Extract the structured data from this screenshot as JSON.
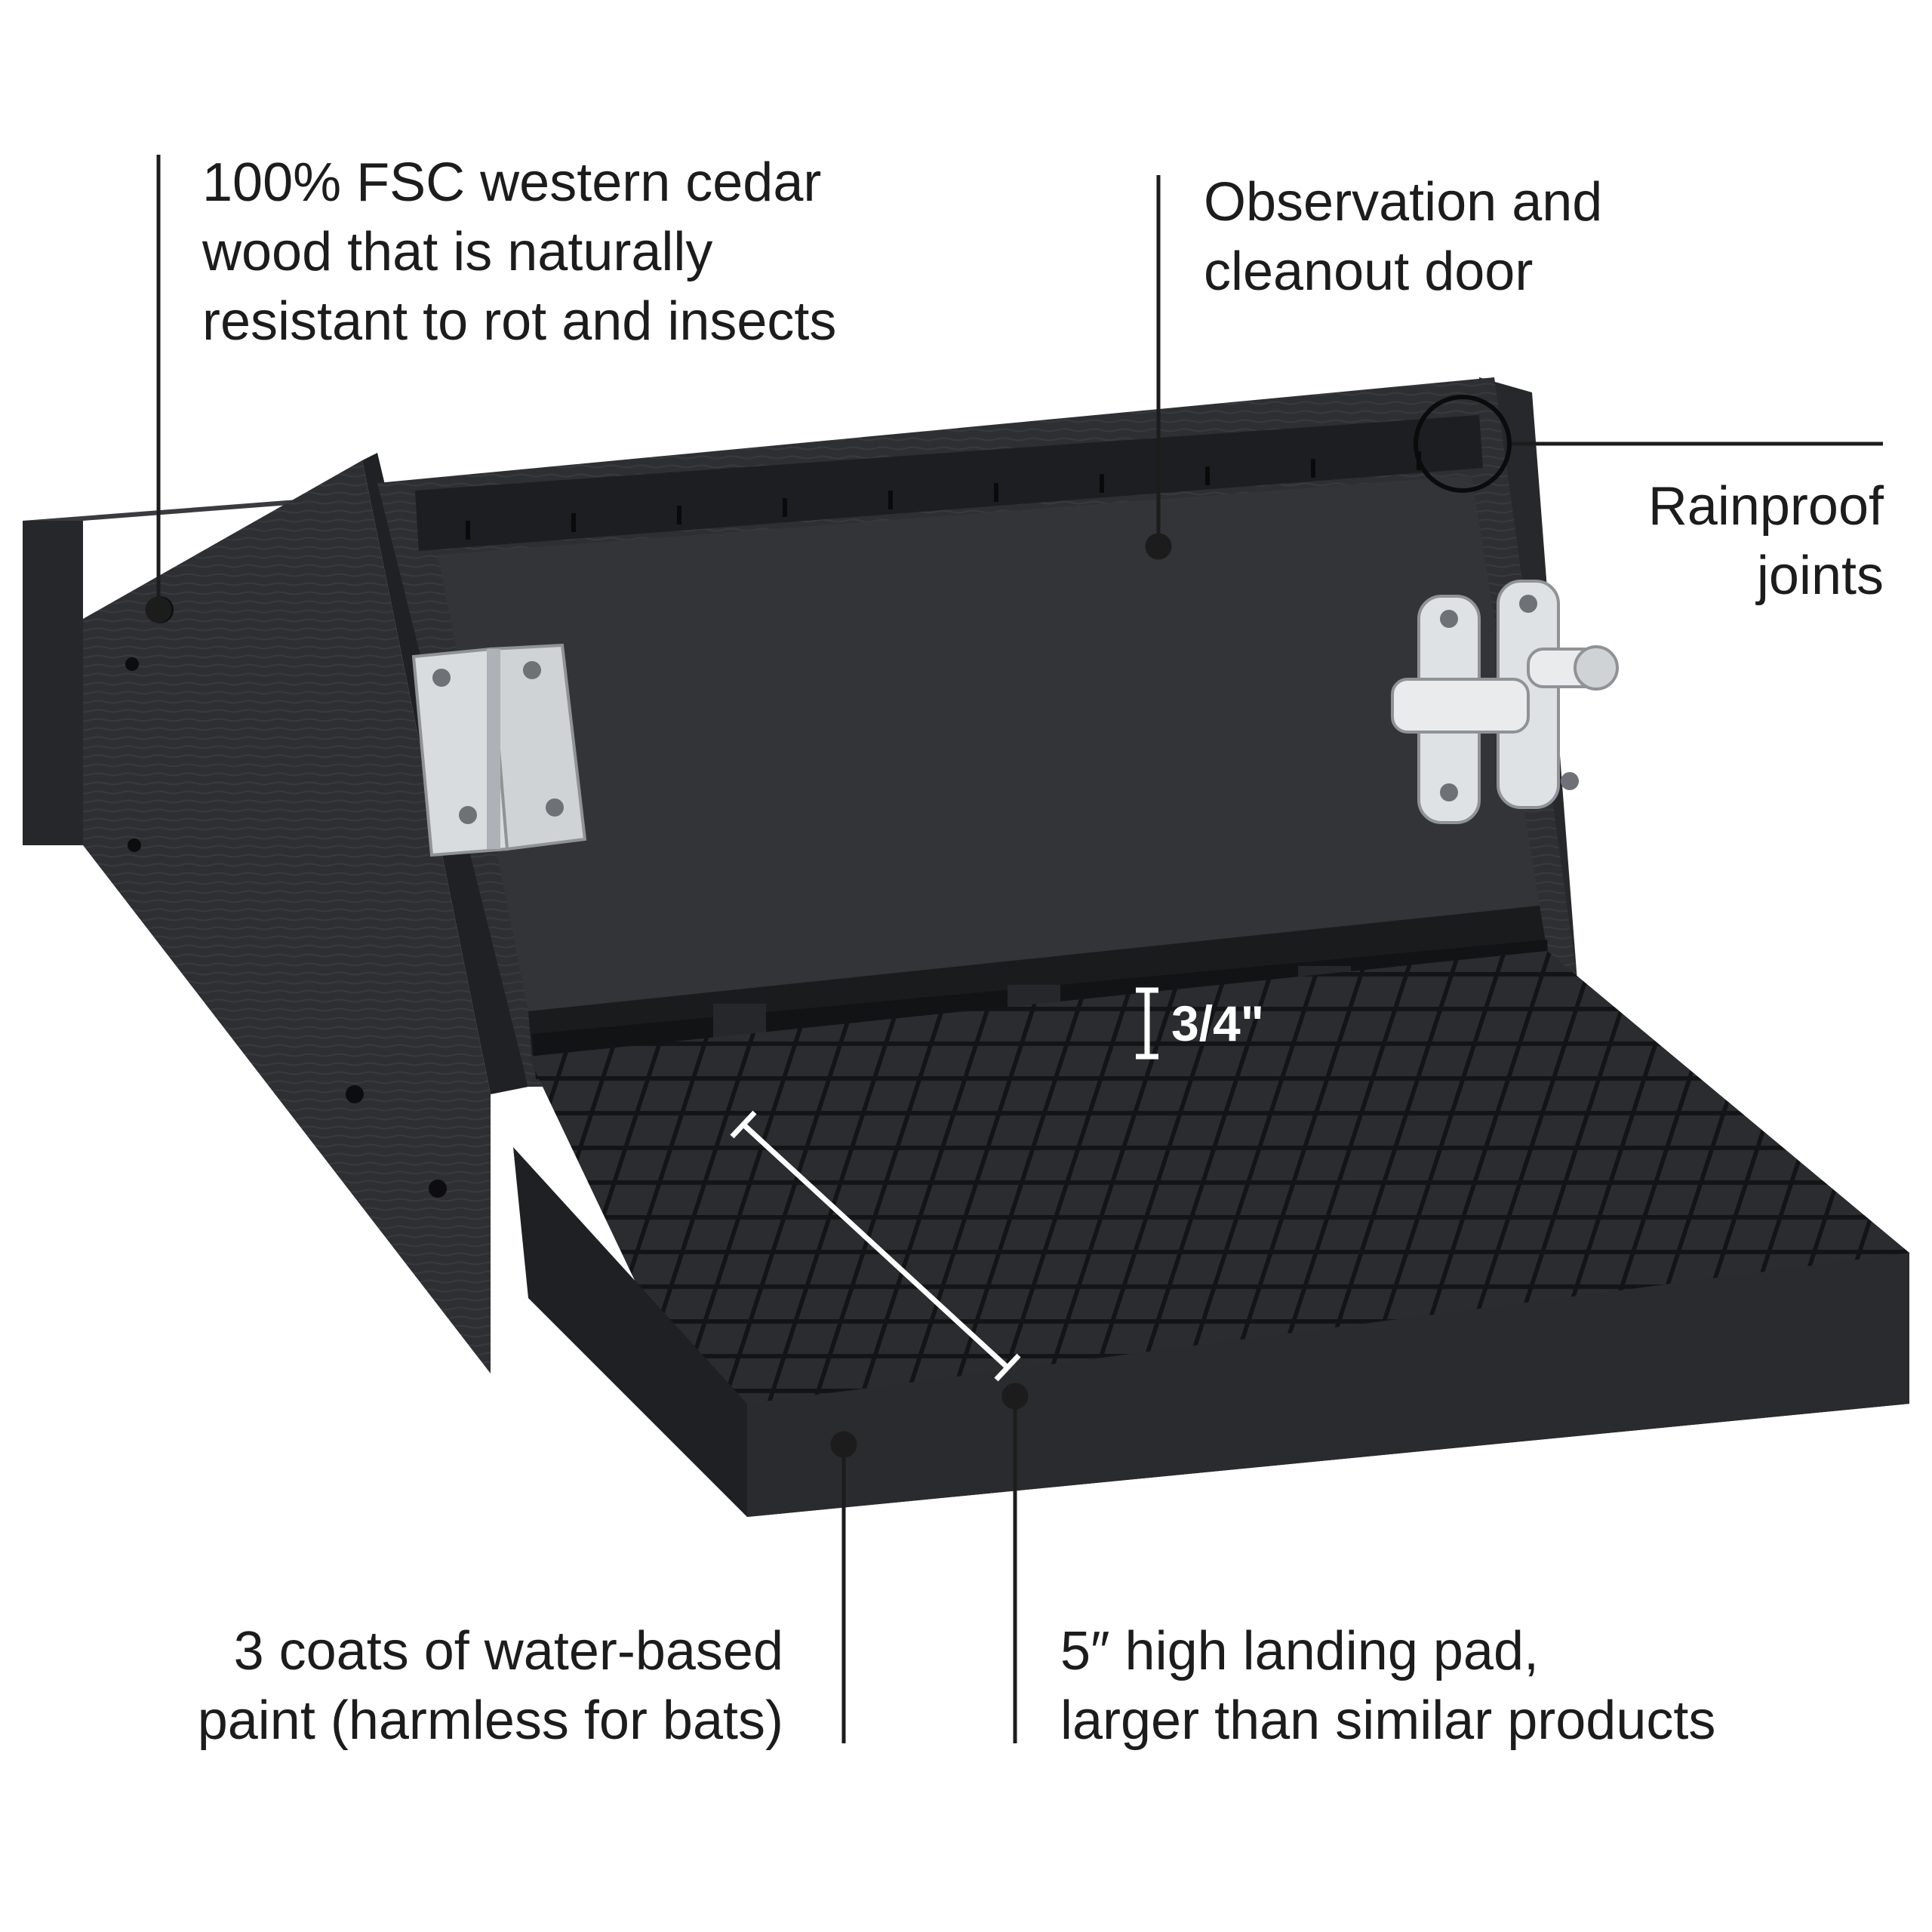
{
  "callouts": {
    "cedar": {
      "lines": [
        "100% FSC western cedar",
        "wood that is naturally",
        "resistant to rot and insects"
      ]
    },
    "door": {
      "lines": [
        "Observation and",
        "cleanout door"
      ]
    },
    "joints": {
      "lines": [
        "Rainproof",
        "joints"
      ]
    },
    "paint": {
      "lines": [
        "3 coats of water-based",
        "paint (harmless for bats)"
      ]
    },
    "pad": {
      "lines": [
        "5″ high landing pad,",
        "larger than similar products"
      ]
    }
  },
  "dimension_label": "3/4\"",
  "colors": {
    "background": "#ffffff",
    "wood": "#2e2f33",
    "wood_dark": "#1d1e21",
    "metal": "#d9dcdf",
    "text": "#1c1c1c"
  },
  "icons": [
    "hinge-icon",
    "latch-icon"
  ]
}
